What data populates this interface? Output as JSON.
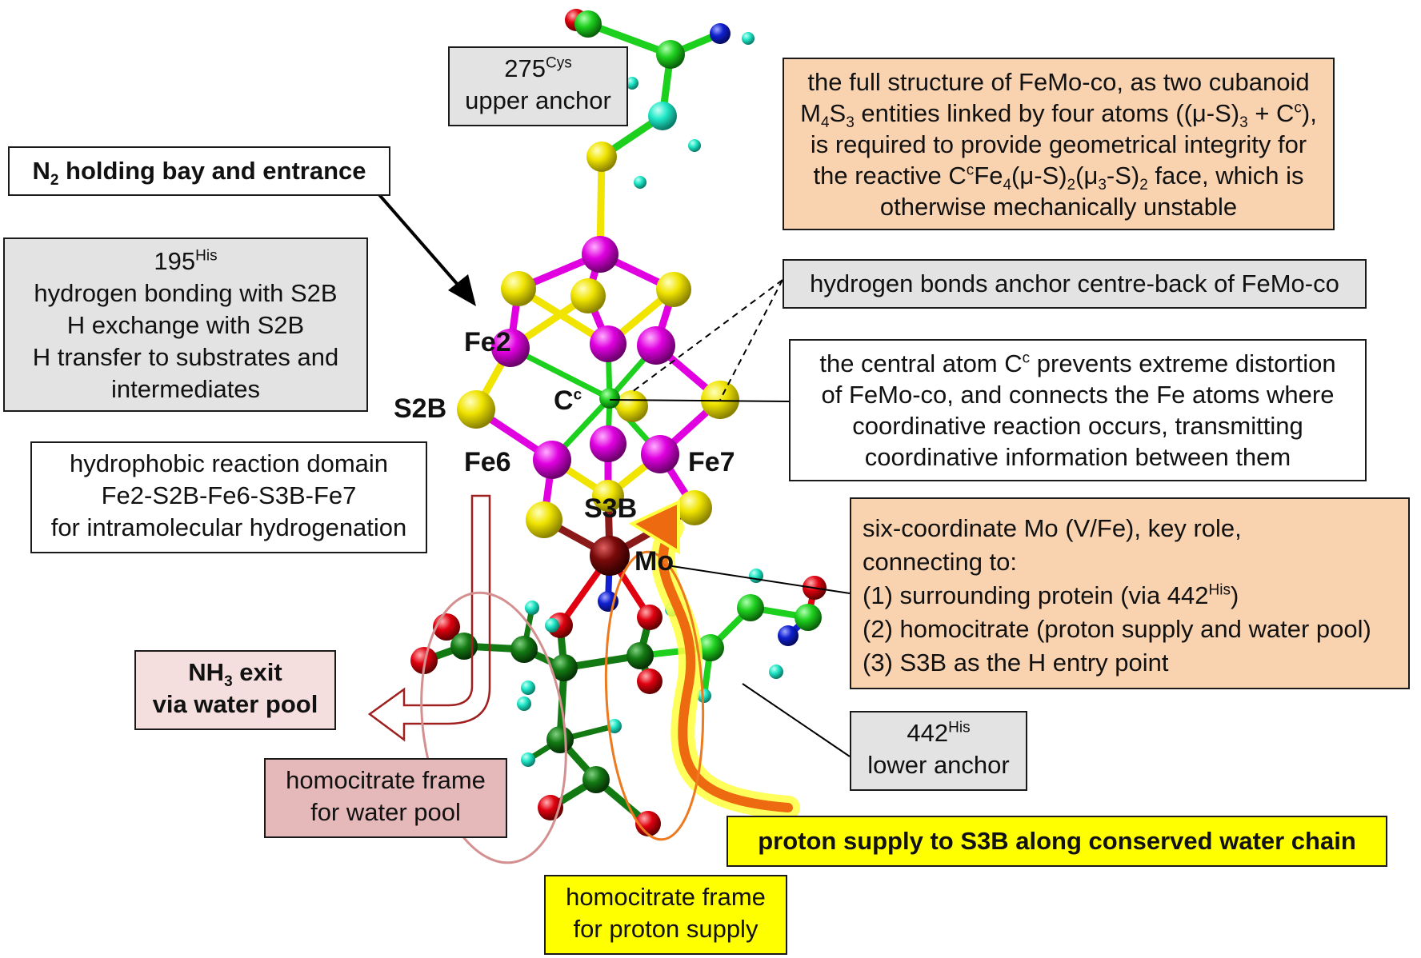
{
  "labels": {
    "cys_num": "275",
    "cys_sup": "Cys",
    "cys_anchor": "upper anchor",
    "n2_bay_pre": "N",
    "n2_bay_sub": "2",
    "n2_bay_post": " holding bay and entrance",
    "his195_num": "195",
    "his195_sup": "His",
    "his195_l1": "hydrogen bonding with S2B",
    "his195_l2": "H exchange with S2B",
    "his195_l3": "H transfer to substrates and",
    "his195_l4": "intermediates",
    "hydrophobic_l1": "hydrophobic reaction domain",
    "hydrophobic_l2": "Fe2-S2B-Fe6-S3B-Fe7",
    "hydrophobic_l3": "for intramolecular hydrogenation",
    "nh3_pre": "NH",
    "nh3_sub": "3",
    "nh3_post": " exit",
    "nh3_l2": "via water pool",
    "homo_water_l1": "homocitrate frame",
    "homo_water_l2": "for water pool",
    "homo_proton_l1": "homocitrate frame",
    "homo_proton_l2": "for proton supply",
    "full_l1": "the full structure of FeMo-co, as two cubanoid",
    "full_l2_a": "M",
    "full_l2_s1": "4",
    "full_l2_b": "S",
    "full_l2_s2": "3",
    "full_l2_c": " entities linked by four atoms ((μ-S)",
    "full_l2_s3": "3",
    "full_l2_d": " + C",
    "full_l2_sup": "c",
    "full_l2_e": "),",
    "full_l3": "is required to provide geometrical integrity for",
    "full_l4_a": "the reactive C",
    "full_l4_sup": "c",
    "full_l4_b": "Fe",
    "full_l4_s1": "4",
    "full_l4_c": "(μ-S)",
    "full_l4_s2": "2",
    "full_l4_d": "(μ",
    "full_l4_s3": "3",
    "full_l4_e": "-S)",
    "full_l4_s4": "2",
    "full_l4_f": " face, which is",
    "full_l5": "otherwise mechanically unstable",
    "hbonds": "hydrogen bonds anchor centre-back of FeMo-co",
    "central_l1_a": "the central atom C",
    "central_l1_sup": "c",
    "central_l1_b": " prevents extreme distortion",
    "central_l2": "of FeMo-co, and connects the Fe atoms where",
    "central_l3": "coordinative reaction occurs, transmitting",
    "central_l4": "coordinative information between them",
    "mo_l1": "six-coordinate Mo (V/Fe), key role,",
    "mo_l2": "connecting to:",
    "mo_l3_a": "(1) surrounding protein (via 442",
    "mo_l3_sup": "His",
    "mo_l3_b": ")",
    "mo_l4": "(2) homocitrate (proton supply and water pool)",
    "mo_l5": "(3) S3B as the H entry point",
    "his442_num": "442",
    "his442_sup": "His",
    "his442_anchor": "lower anchor",
    "proton_supply": "proton supply to S3B along conserved water chain"
  },
  "atoms": {
    "fe2": "Fe2",
    "s2b": "S2B",
    "cc": "C",
    "cc_sup": "c",
    "fe6": "Fe6",
    "fe7": "Fe7",
    "s3b": "S3B",
    "mo": "Mo"
  },
  "colors": {
    "sulfur": "#f0e400",
    "iron": "#e000e0",
    "carbon_light": "#1ed01e",
    "carbon_dark": "#137a13",
    "oxygen": "#e00010",
    "nitrogen": "#1020d0",
    "hydrogen": "#20e8c8",
    "molybdenum": "#7a0a0a",
    "proton_arrow": "#ee6a10",
    "proton_glow": "#ffff40",
    "water_arrow": "#a02020"
  }
}
